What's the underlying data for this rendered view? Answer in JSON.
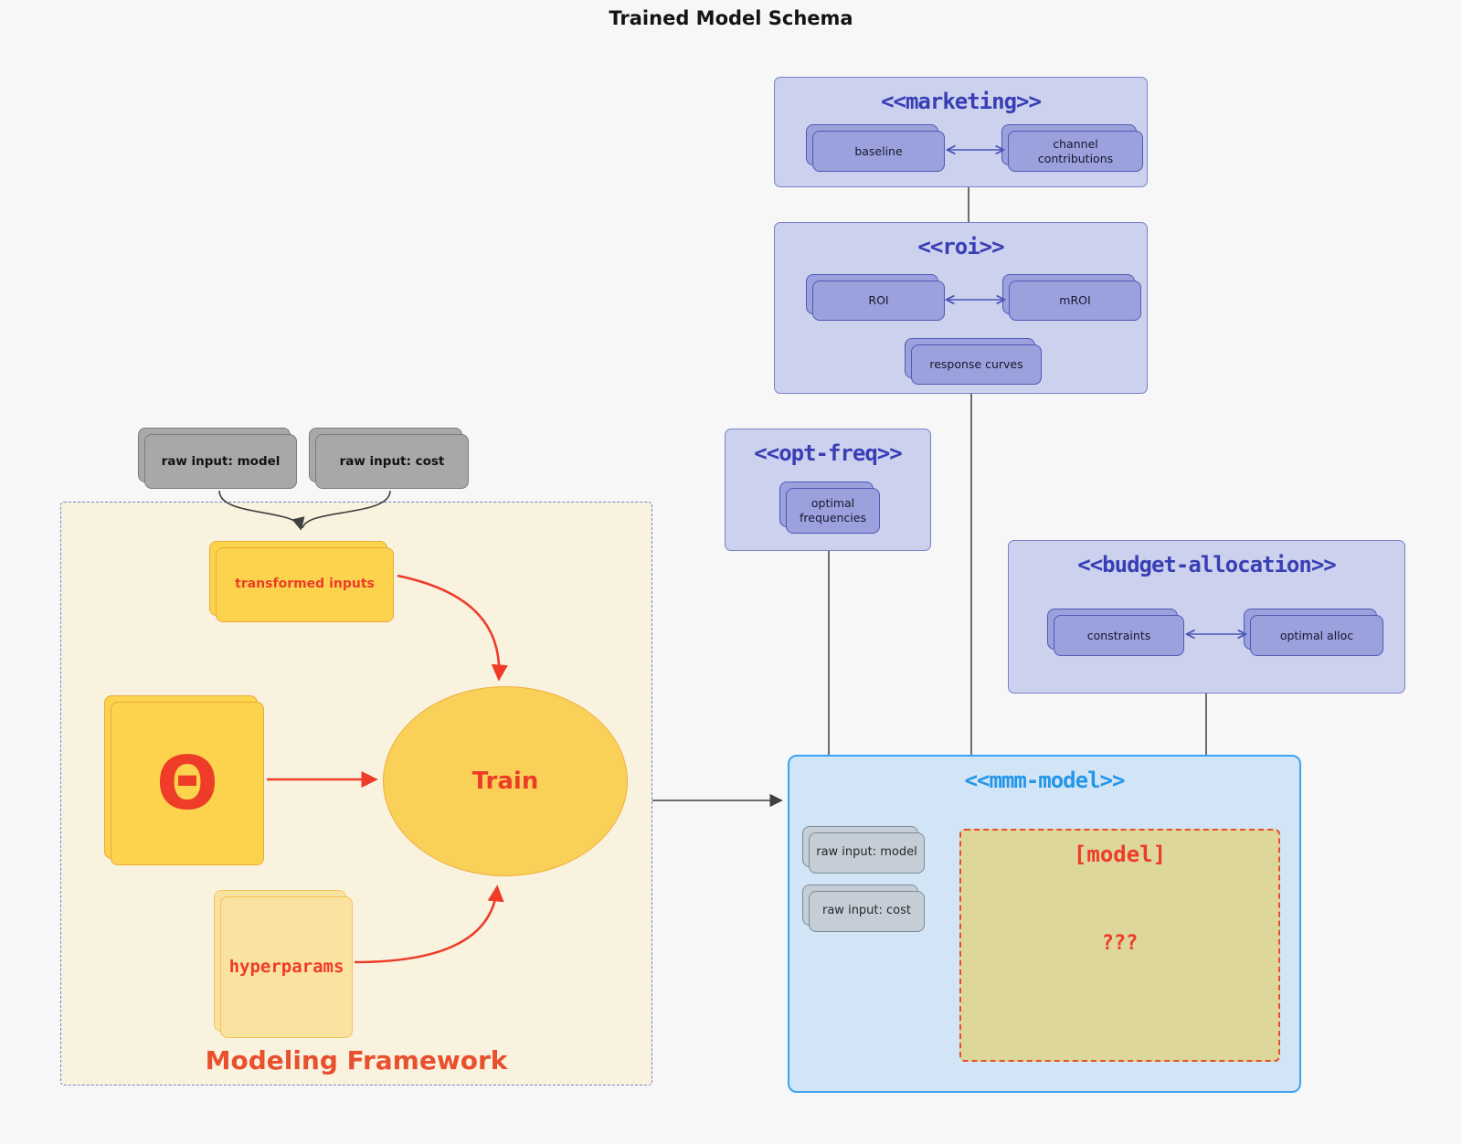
{
  "title": "Trained Model Schema",
  "clusters": {
    "marketing": {
      "label": "<<marketing>>",
      "nodes": {
        "baseline": "baseline",
        "channel_contributions": "channel contributions"
      }
    },
    "roi": {
      "label": "<<roi>>",
      "nodes": {
        "roi": "ROI",
        "mroi": "mROI",
        "response_curves": "response curves"
      }
    },
    "opt_freq": {
      "label": "<<opt-freq>>",
      "nodes": {
        "optimal_frequencies": "optimal frequencies"
      }
    },
    "budget_allocation": {
      "label": "<<budget-allocation>>",
      "nodes": {
        "constraints": "constraints",
        "optimal_alloc": "optimal alloc"
      }
    },
    "mmm_model": {
      "label": "<<mmm-model>>",
      "nodes": {
        "raw_input_model": "raw input: model",
        "raw_input_cost": "raw input: cost",
        "model_placeholder": "[model]",
        "unknown": "???"
      }
    },
    "modeling_framework": {
      "label": "Modeling Framework",
      "nodes": {
        "transformed_inputs": "transformed inputs",
        "theta": "Θ",
        "train": "Train",
        "hyperparams": "hyperparams"
      }
    }
  },
  "inputs": {
    "raw_input_model": "raw input: model",
    "raw_input_cost": "raw input: cost"
  },
  "colors": {
    "background": "#f7f7f8",
    "lavender_fill": "#ccd1ee",
    "lavender_border": "#7a81c8",
    "purple_node": "#9aa1dd",
    "indigo_text": "#383fb5",
    "mmm_fill": "#d2e5f7",
    "mmm_border": "#3ba4f2",
    "mmm_title": "#2596e8",
    "cream_fill": "#f9f2de",
    "cream_border": "#7381d5",
    "yellow_node": "#fbd34d",
    "yellow_light_node": "#fae2a0",
    "khaki_fill": "#ddd79c",
    "gray_node": "#a8a8a8",
    "gray_light_node": "#c5ced6",
    "red_accent": "#ee3c29",
    "edge_black": "#404040",
    "edge_indigo": "#4a54b8"
  }
}
